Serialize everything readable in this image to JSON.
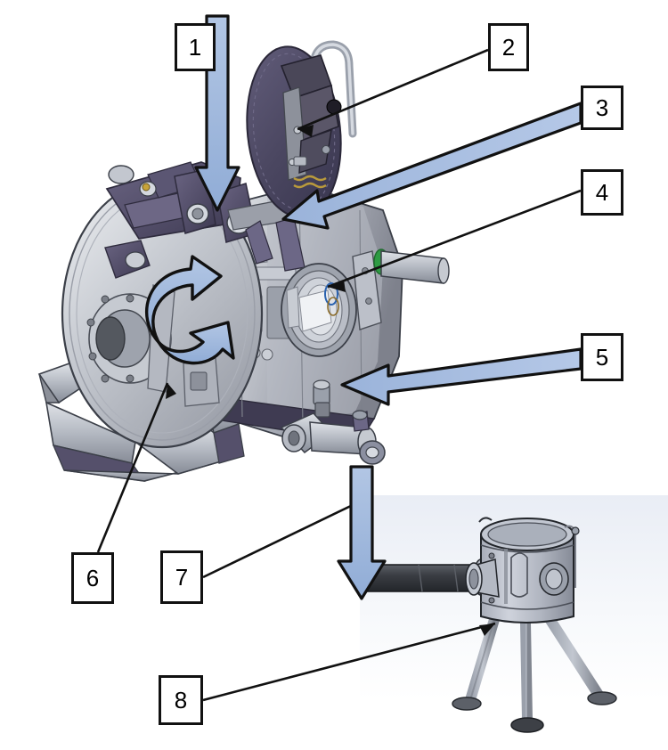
{
  "figure": {
    "title": "Annotated technical illustration of a cylindrical pressure vessel / mixer assembly with tripod-mounted accessory",
    "background_color": "#ffffff",
    "inset_background_top": "#eef1f7",
    "inset_background_bottom": "#ffffff"
  },
  "style": {
    "arrow_fill": "#9db8dd",
    "arrow_fill_light": "#b8cce8",
    "arrow_stroke": "#111111",
    "leader_stroke": "#111111",
    "box_border": "#111111",
    "box_fill": "#ffffff",
    "body_light": "#cfd3da",
    "body_mid": "#a9aeb8",
    "body_dark": "#6f7280",
    "accent_purple": "#55506b",
    "accent_purple_dark": "#433f57",
    "accent_green": "#2e9b43",
    "tube_dark": "#3c3f44"
  },
  "callouts": [
    {
      "id": 1,
      "label": "1",
      "pointer": "blue-arrow",
      "direction": "down",
      "target": "lid hinge / top deck"
    },
    {
      "id": 2,
      "label": "2",
      "pointer": "leader-line",
      "direction": "down-left",
      "target": "lid latch mechanism"
    },
    {
      "id": 3,
      "label": "3",
      "pointer": "blue-arrow",
      "direction": "down-left",
      "target": "upper side bracket"
    },
    {
      "id": 4,
      "label": "4",
      "pointer": "leader-line",
      "direction": "down-left",
      "target": "drive shaft seal"
    },
    {
      "id": 5,
      "label": "5",
      "pointer": "blue-arrow",
      "direction": "left",
      "target": "lower side valve"
    },
    {
      "id": 6,
      "label": "6",
      "pointer": "leader-line",
      "direction": "up-right",
      "target": "front face rib"
    },
    {
      "id": 7,
      "label": "7",
      "pointer": "leader-line",
      "direction": "up-right",
      "target": "discharge nozzle"
    },
    {
      "id": 8,
      "label": "8",
      "pointer": "leader-line",
      "direction": "up-right",
      "target": "tripod-mounted unit"
    }
  ],
  "labels": {
    "one": "1",
    "two": "2",
    "three": "3",
    "four": "4",
    "five": "5",
    "six": "6",
    "seven": "7",
    "eight": "8"
  }
}
